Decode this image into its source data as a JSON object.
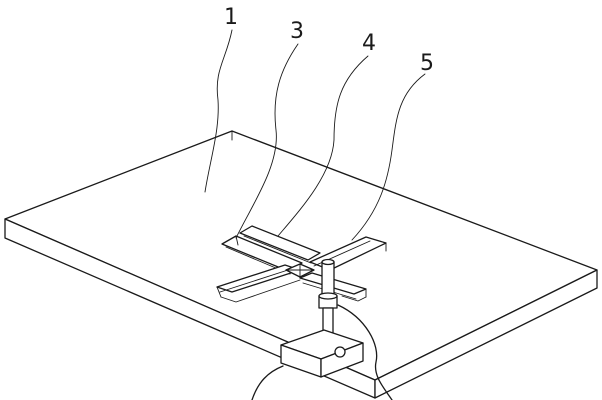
{
  "callouts": [
    {
      "id": "part-1",
      "label": "1"
    },
    {
      "id": "part-3",
      "label": "3"
    },
    {
      "id": "part-4",
      "label": "4"
    },
    {
      "id": "part-5",
      "label": "5"
    }
  ]
}
